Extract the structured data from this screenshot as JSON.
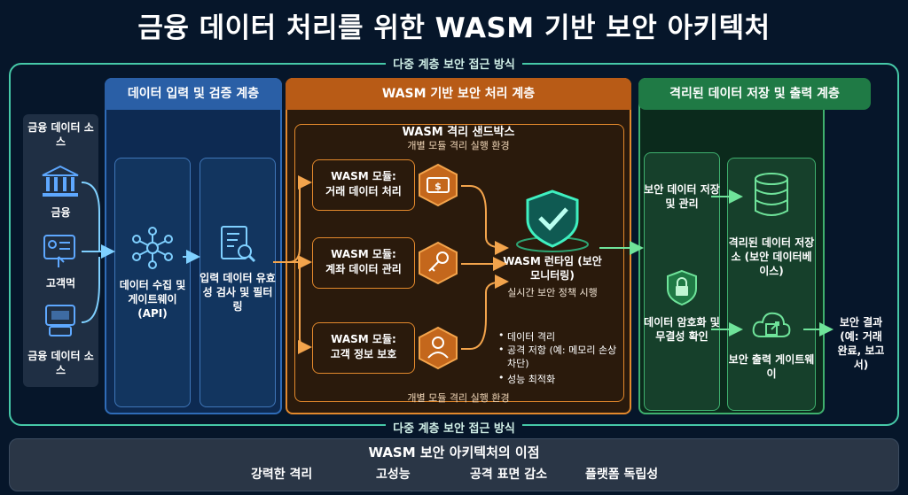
{
  "title": "금융 데이터 처리를 위한 WASM 기반 보안 아키텍처",
  "outer_label": "다중 계층 보안 접근 방식",
  "sources": {
    "header": "금융 데이터 소스",
    "items": [
      "금융",
      "고객먹",
      "금융 데이터 소스"
    ]
  },
  "layer1": {
    "header": "데이터 입력 및 검증 계층",
    "gateway": "데이터 수집 및 게이트웨이 (API)",
    "validation": "입력 데이터 유효성 검사 및 필터링"
  },
  "layer2": {
    "header": "WASM 기반 보안 처리 계층",
    "sandbox_title": "WASM 격리 샌드박스",
    "sandbox_subtitle": "개별 모듈 격리 실행 환경",
    "modules": [
      {
        "line1": "WASM 모듈:",
        "line2": "거래 데이터 처리",
        "icon": "money-icon"
      },
      {
        "line1": "WASM 모듈:",
        "line2": "계좌 데이터 관리",
        "icon": "key-icon"
      },
      {
        "line1": "WASM 모듈:",
        "line2": "고객 정보 보호",
        "icon": "user-icon"
      }
    ],
    "runtime_title": "WASM 런타임 (보안 모니터링)",
    "runtime_sub": "실시간 보안 정책 시행",
    "bullets": [
      "데이터 격리",
      "공격 저항 (예: 메모리 손상 차단)",
      "성능 최적화"
    ],
    "footer": "개별 모듈 격리 실행 환경"
  },
  "layer3": {
    "header": "격리된 데이터 저장 및 출력 계층",
    "storage_mgmt": "보안 데이터 저장 및 관리",
    "encryption": "데이터 암호화 및 무결성 확인",
    "storage": "격리된 데이터 저장소 (보안 데이터베이스)",
    "output_gateway": "보안 출력 게이트웨이"
  },
  "result": "보안 결과 (예: 거래 완료, 보고서)",
  "benefits": {
    "title": "WASM 보안 아키텍처의 이점",
    "items": [
      "강력한 격리",
      "고성능",
      "공격 표면 감소",
      "플랫폼 독립성"
    ]
  },
  "colors": {
    "blue": "#2f6cb8",
    "orange": "#e3892c",
    "green": "#3fb06e",
    "teal": "#46c9a8",
    "background": "#06162a"
  }
}
